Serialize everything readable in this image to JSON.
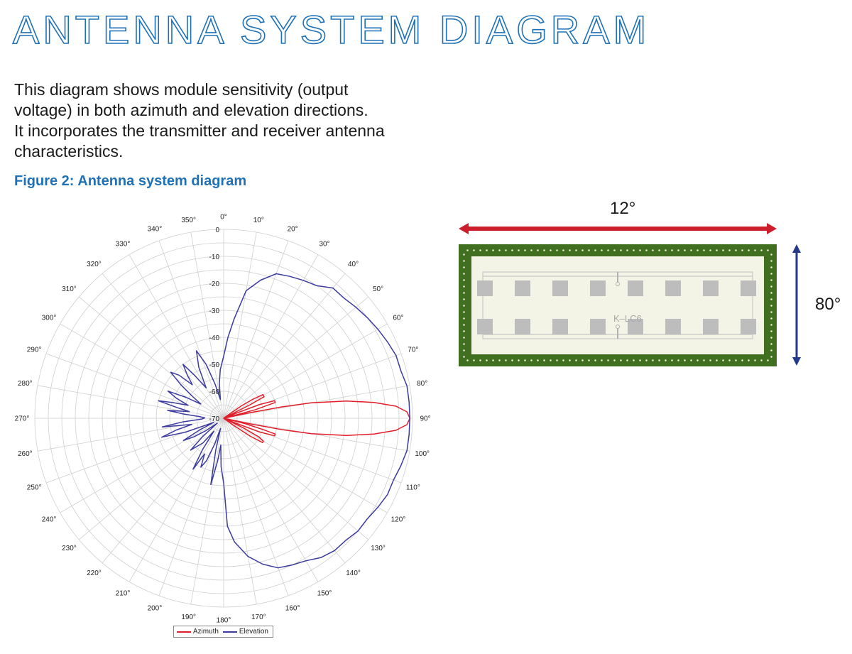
{
  "header": {
    "title": "ANTENNA SYSTEM DIAGRAM",
    "intro_lines": [
      "This diagram shows module sensitivity (output",
      "voltage) in both azimuth and elevation directions.",
      "It incorporates the transmitter and receiver antenna",
      "characteristics."
    ],
    "figure_caption": "Figure 2: Antenna system diagram"
  },
  "colors": {
    "title_outline": "#1f71b7",
    "caption": "#1f71b7",
    "azimuth": "#e11d2a",
    "elevation": "#3b3a9e",
    "azimuth_arrow": "#cc1f2b",
    "elevation_arrow": "#233a8c",
    "pcb_green": "#3f6f1f",
    "pcb_board": "#f4f4e6"
  },
  "module": {
    "azimuth_beam_label": "12°",
    "elevation_beam_label": "80°",
    "chip_label": "K–LC6"
  },
  "chart_data": {
    "type": "polar-line",
    "angle_labels": [
      "0°",
      "10°",
      "20°",
      "30°",
      "40°",
      "50°",
      "60°",
      "70°",
      "80°",
      "90°",
      "100°",
      "110°",
      "120°",
      "130°",
      "140°",
      "150°",
      "160°",
      "170°",
      "180°",
      "190°",
      "200°",
      "210°",
      "220°",
      "230°",
      "240°",
      "250°",
      "260°",
      "270°",
      "280°",
      "290°",
      "300°",
      "310°",
      "320°",
      "330°",
      "340°",
      "350°"
    ],
    "radial_labels": [
      "0",
      "-10",
      "-20",
      "-30",
      "-40",
      "-50",
      "-60",
      "-70"
    ],
    "radial_range": [
      -70,
      0
    ],
    "angular_grid_step_deg": 10,
    "radial_grid_step": 5,
    "grid": true,
    "legend_position": "bottom",
    "series": [
      {
        "name": "Azimuth",
        "points": [
          [
            50,
            -70
          ],
          [
            52,
            -69
          ],
          [
            55,
            -62
          ],
          [
            57,
            -57
          ],
          [
            59,
            -53
          ],
          [
            62,
            -53
          ],
          [
            63,
            -59
          ],
          [
            66,
            -70
          ],
          [
            68,
            -65
          ],
          [
            69,
            -56
          ],
          [
            71,
            -50
          ],
          [
            73,
            -50
          ],
          [
            75,
            -58
          ],
          [
            77,
            -70
          ],
          [
            78,
            -60
          ],
          [
            79,
            -48
          ],
          [
            80,
            -37
          ],
          [
            82,
            -24
          ],
          [
            84,
            -14
          ],
          [
            86,
            -6
          ],
          [
            88,
            -2
          ],
          [
            90,
            -1
          ],
          [
            92,
            -2
          ],
          [
            94,
            -6
          ],
          [
            96,
            -14
          ],
          [
            98,
            -24
          ],
          [
            100,
            -37
          ],
          [
            101,
            -48
          ],
          [
            102,
            -60
          ],
          [
            103,
            -70
          ],
          [
            104,
            -62
          ],
          [
            106,
            -55
          ],
          [
            107,
            -50
          ],
          [
            109,
            -50
          ],
          [
            111,
            -56
          ],
          [
            112,
            -65
          ],
          [
            114,
            -70
          ],
          [
            116,
            -62
          ],
          [
            118,
            -55
          ],
          [
            120,
            -53
          ],
          [
            122,
            -53
          ],
          [
            124,
            -58
          ],
          [
            126,
            -66
          ],
          [
            128,
            -70
          ]
        ]
      },
      {
        "name": "Elevation",
        "points": [
          [
            0,
            -47
          ],
          [
            3,
            -40
          ],
          [
            6,
            -33
          ],
          [
            10,
            -22
          ],
          [
            15,
            -17
          ],
          [
            20,
            -13
          ],
          [
            25,
            -12
          ],
          [
            30,
            -11
          ],
          [
            35,
            -10
          ],
          [
            40,
            -7
          ],
          [
            45,
            -7
          ],
          [
            50,
            -6
          ],
          [
            55,
            -5
          ],
          [
            60,
            -4
          ],
          [
            65,
            -3
          ],
          [
            70,
            -2
          ],
          [
            75,
            -2
          ],
          [
            80,
            -1
          ],
          [
            85,
            -1
          ],
          [
            90,
            -1
          ],
          [
            95,
            -1
          ],
          [
            100,
            -1
          ],
          [
            105,
            -2
          ],
          [
            110,
            -3
          ],
          [
            115,
            -3
          ],
          [
            120,
            -4
          ],
          [
            125,
            -5
          ],
          [
            130,
            -5
          ],
          [
            135,
            -6
          ],
          [
            140,
            -6
          ],
          [
            145,
            -7
          ],
          [
            150,
            -9
          ],
          [
            155,
            -10
          ],
          [
            160,
            -11
          ],
          [
            165,
            -14
          ],
          [
            170,
            -18
          ],
          [
            175,
            -24
          ],
          [
            178,
            -30
          ],
          [
            180,
            -46
          ],
          [
            183,
            -52
          ],
          [
            186,
            -60
          ],
          [
            188,
            -54
          ],
          [
            191,
            -45
          ],
          [
            194,
            -58
          ],
          [
            197,
            -66
          ],
          [
            199,
            -60
          ],
          [
            202,
            -53
          ],
          [
            205,
            -50
          ],
          [
            208,
            -55
          ],
          [
            211,
            -48
          ],
          [
            214,
            -56
          ],
          [
            217,
            -64
          ],
          [
            220,
            -58
          ],
          [
            223,
            -56
          ],
          [
            226,
            -53
          ],
          [
            229,
            -60
          ],
          [
            232,
            -67
          ],
          [
            235,
            -62
          ],
          [
            238,
            -57
          ],
          [
            241,
            -53
          ],
          [
            244,
            -60
          ],
          [
            247,
            -66
          ],
          [
            250,
            -55
          ],
          [
            253,
            -46
          ],
          [
            256,
            -52
          ],
          [
            259,
            -58
          ],
          [
            262,
            -47
          ],
          [
            265,
            -55
          ],
          [
            268,
            -62
          ],
          [
            271,
            -63
          ],
          [
            274,
            -61
          ],
          [
            276,
            -55
          ],
          [
            278,
            -49
          ],
          [
            281,
            -57
          ],
          [
            283,
            -52
          ],
          [
            285,
            -45
          ],
          [
            287,
            -50
          ],
          [
            290,
            -56
          ],
          [
            293,
            -51
          ],
          [
            296,
            -47
          ],
          [
            299,
            -54
          ],
          [
            302,
            -60
          ],
          [
            305,
            -56
          ],
          [
            308,
            -50
          ],
          [
            311,
            -44
          ],
          [
            314,
            -47
          ],
          [
            317,
            -53
          ],
          [
            320,
            -49
          ],
          [
            323,
            -45
          ],
          [
            326,
            -51
          ],
          [
            330,
            -57
          ],
          [
            334,
            -49
          ],
          [
            338,
            -43
          ],
          [
            342,
            -49
          ],
          [
            346,
            -57
          ],
          [
            350,
            -63
          ],
          [
            353,
            -57
          ],
          [
            356,
            -52
          ],
          [
            360,
            -47
          ]
        ]
      }
    ]
  }
}
